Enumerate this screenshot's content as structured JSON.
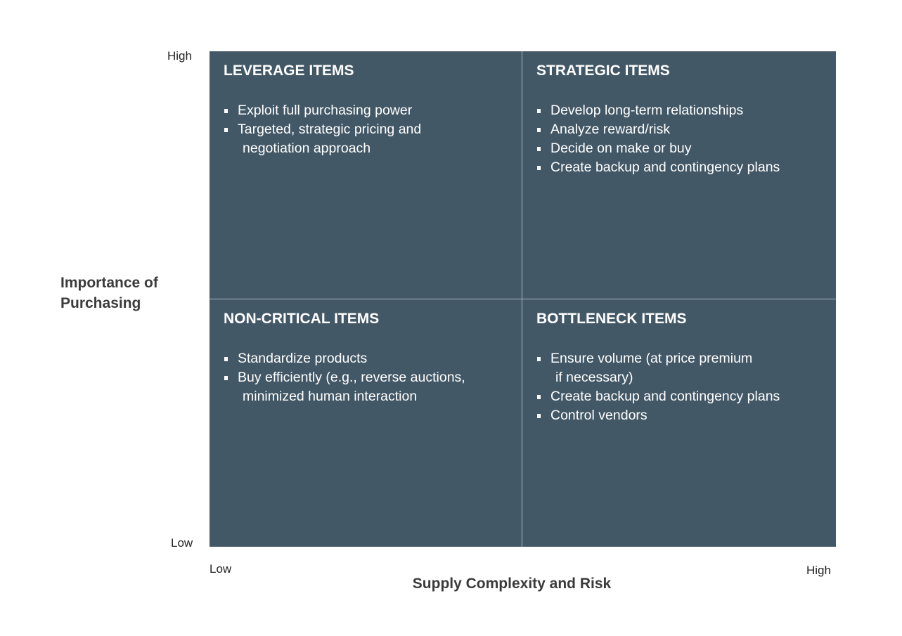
{
  "y_axis": {
    "label_line1": "Importance of",
    "label_line2": "Purchasing",
    "high": "High",
    "low": "Low"
  },
  "x_axis": {
    "label": "Supply Complexity and Risk",
    "low": "Low",
    "high": "High"
  },
  "colors": {
    "quadrant_fill": "#435866",
    "divider": "#aab6bf",
    "text": "#ffffff"
  },
  "quadrants": {
    "leverage": {
      "title": "LEVERAGE ITEMS",
      "bullets": [
        "Exploit full purchasing power",
        "Targeted, strategic pricing and",
        "negotiation approach"
      ]
    },
    "strategic": {
      "title": "STRATEGIC ITEMS",
      "bullets": [
        "Develop long-term relationships",
        "Analyze reward/risk",
        "Decide on make or buy",
        "Create backup and contingency plans"
      ]
    },
    "non_critical": {
      "title": "NON-CRITICAL ITEMS",
      "bullets": [
        "Standardize products",
        "Buy efficiently (e.g., reverse auctions,",
        "minimized human interaction"
      ]
    },
    "bottleneck": {
      "title": "BOTTLENECK ITEMS",
      "bullets": [
        "Ensure volume (at price premium",
        "if necessary)",
        "Create backup and contingency plans",
        "Control vendors"
      ]
    }
  }
}
